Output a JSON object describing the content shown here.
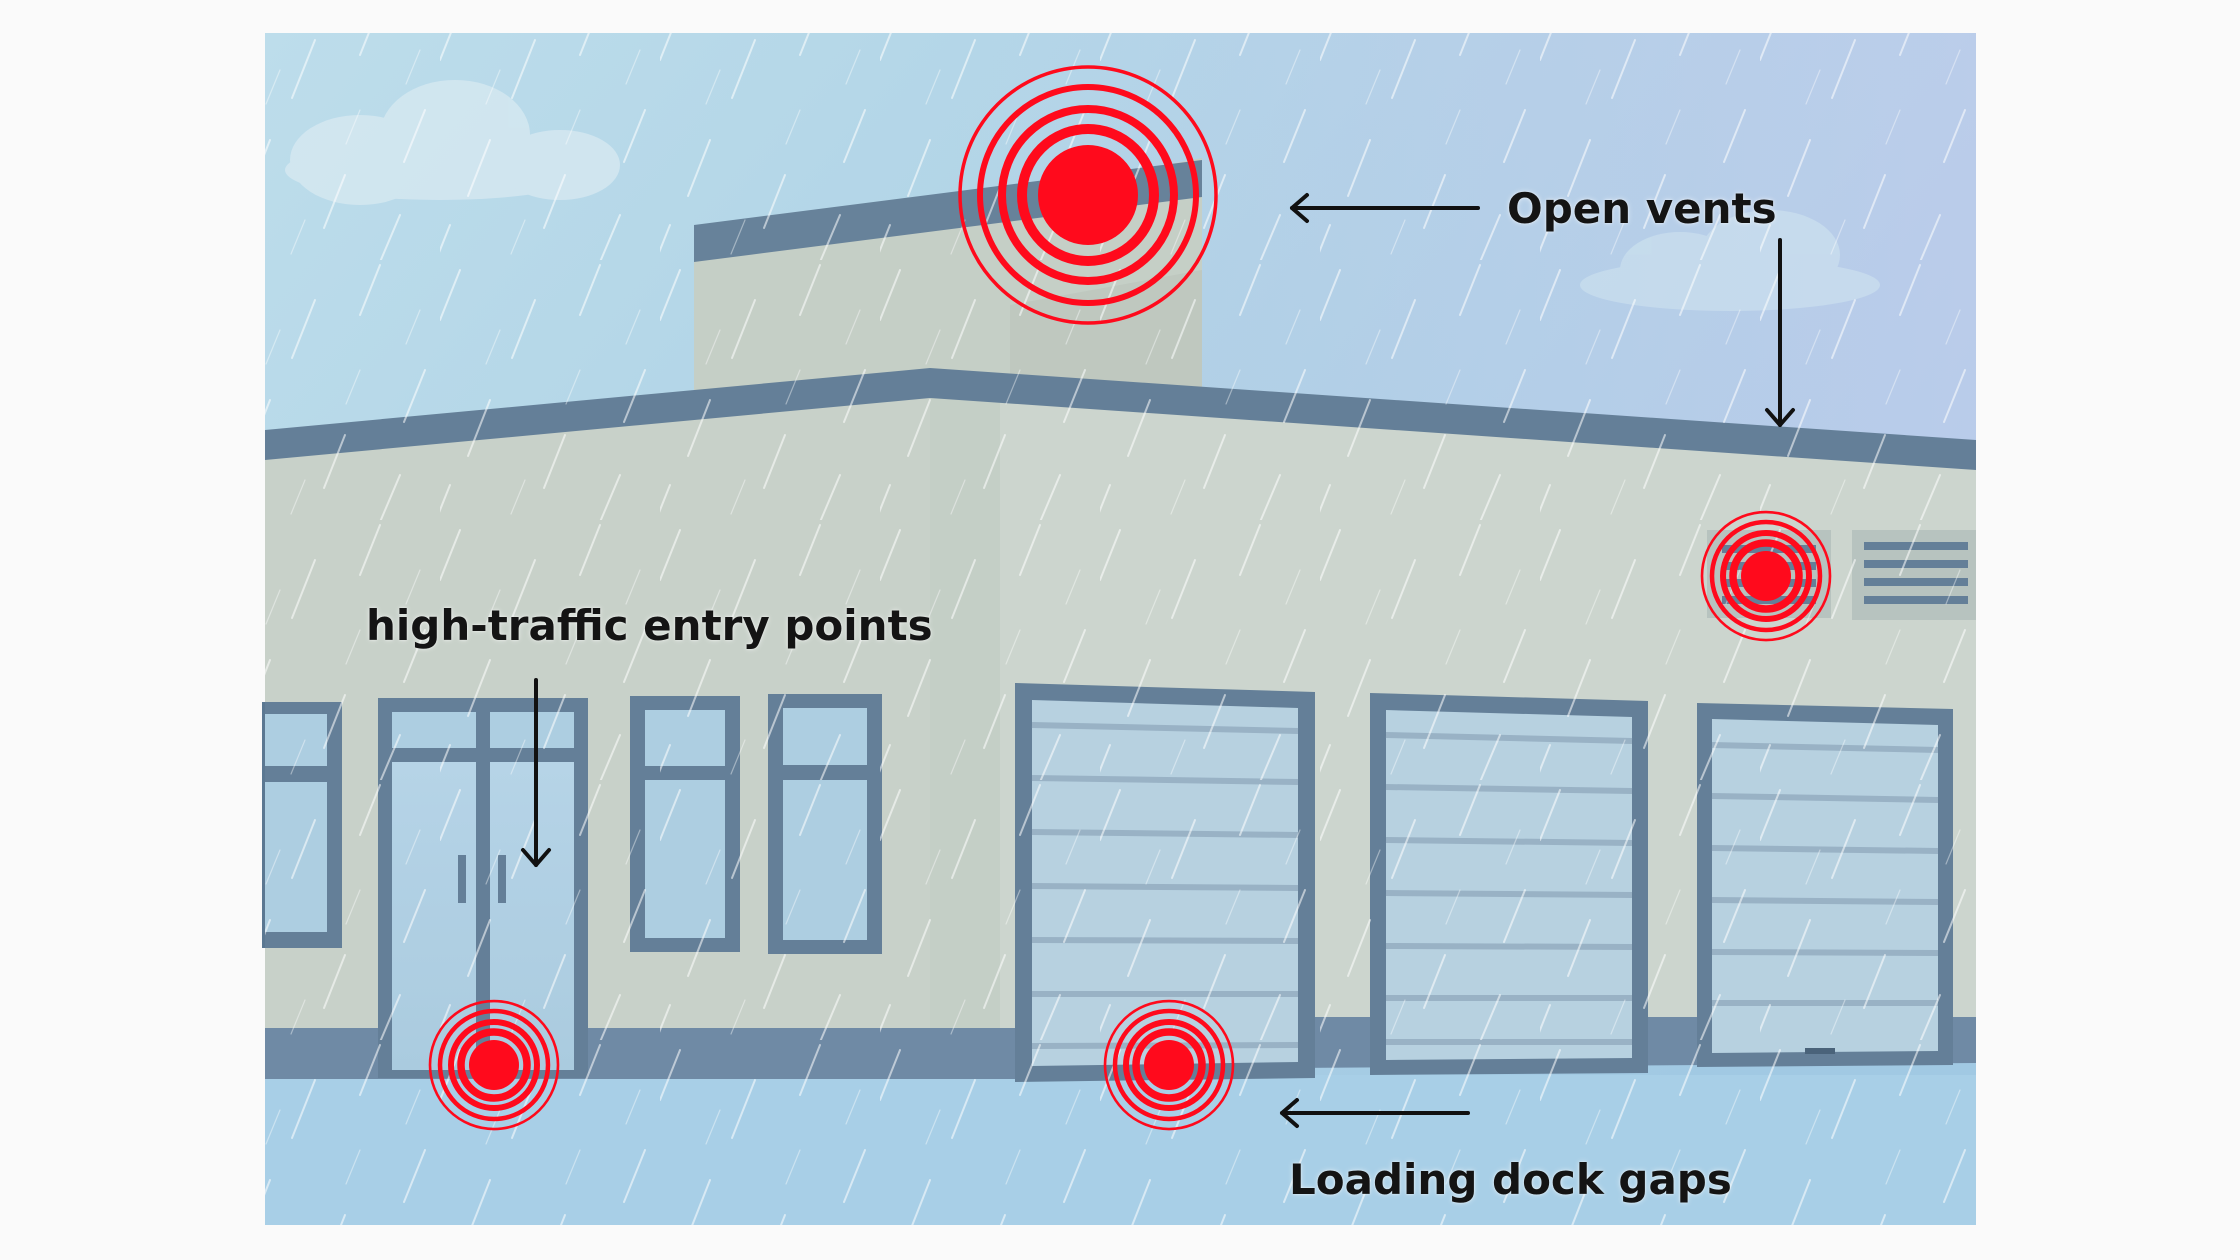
{
  "annotations": {
    "open_vents": "Open vents",
    "high_traffic_entry_points": "high-traffic entry points",
    "loading_dock_gaps": "Loading dock gaps"
  },
  "colors": {
    "hotspot": "#ff0a1c",
    "building_wall": "#c5cfc8",
    "building_trim": "#5b7892",
    "sky": "#aacfe3",
    "ground": "#a3cde6"
  }
}
